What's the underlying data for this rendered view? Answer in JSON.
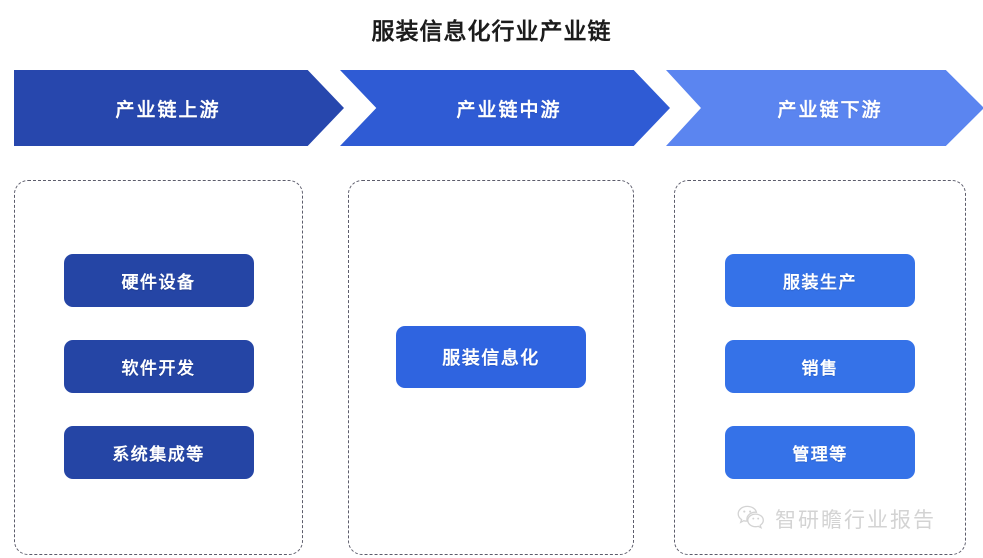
{
  "title": "服装信息化行业产业链",
  "stages": [
    {
      "label": "产业链上游",
      "color": "#2747ad"
    },
    {
      "label": "产业链中游",
      "color": "#2f5bd4"
    },
    {
      "label": "产业链下游",
      "color": "#5b85f0"
    }
  ],
  "columns": {
    "upstream": {
      "nodes": [
        {
          "label": "硬件设备"
        },
        {
          "label": "软件开发"
        },
        {
          "label": "系统集成等"
        }
      ],
      "node_color": "#2545a5"
    },
    "midstream": {
      "nodes": [
        {
          "label": "服装信息化"
        }
      ],
      "node_color": "#2f64e0"
    },
    "downstream": {
      "nodes": [
        {
          "label": "服装生产"
        },
        {
          "label": "销售"
        },
        {
          "label": "管理等"
        }
      ],
      "node_color": "#3572e8"
    }
  },
  "watermark": {
    "icon": "wechat-icon",
    "text": "智研瞻行业报告"
  }
}
